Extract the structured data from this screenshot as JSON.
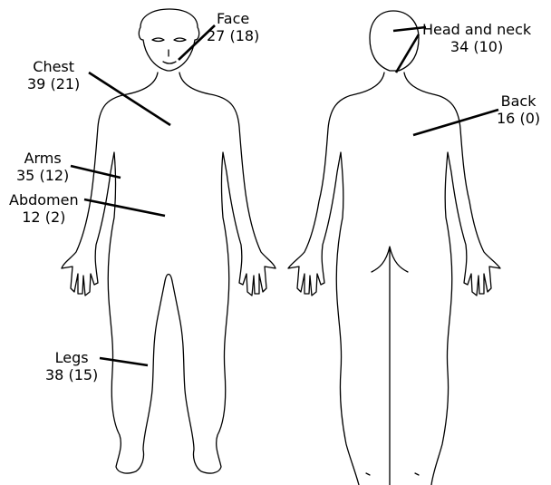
{
  "regions": {
    "face": {
      "name": "Face",
      "value": "27 (18)"
    },
    "chest": {
      "name": "Chest",
      "value": "39 (21)"
    },
    "arms": {
      "name": "Arms",
      "value": "35 (12)"
    },
    "abdomen": {
      "name": "Abdomen",
      "value": "12 (2)"
    },
    "legs": {
      "name": "Legs",
      "value": "38 (15)"
    },
    "head_and_neck": {
      "name": "Head and neck",
      "value": "34 (10)"
    },
    "back": {
      "name": "Back",
      "value": "16 (0)"
    }
  }
}
